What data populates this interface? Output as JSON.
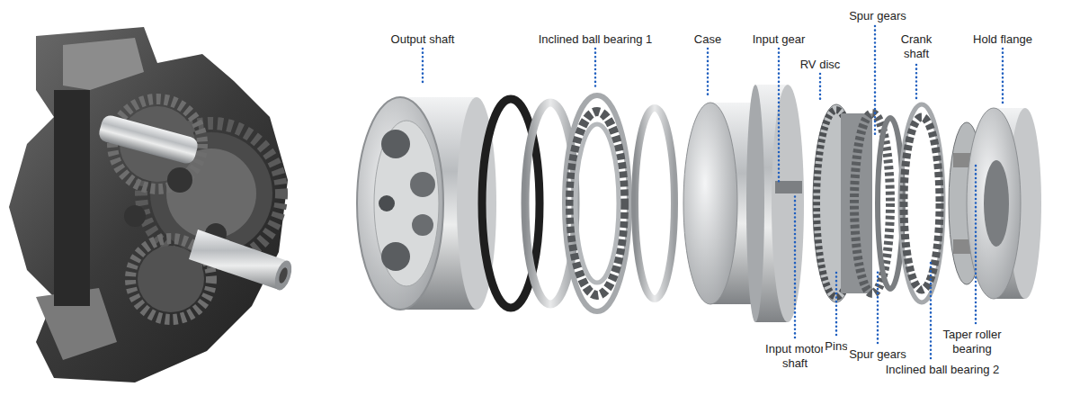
{
  "diagram": {
    "labels": [
      "Output shaft",
      "Inclined ball bearing 1",
      "Case",
      "Input gear",
      "Spur gears",
      "Crank shaft",
      "Hold flange",
      "RV disc",
      "Input motor shaft",
      "Pins",
      "Spur gears",
      "Taper roller bearing",
      "Inclined ball bearing 2"
    ]
  }
}
